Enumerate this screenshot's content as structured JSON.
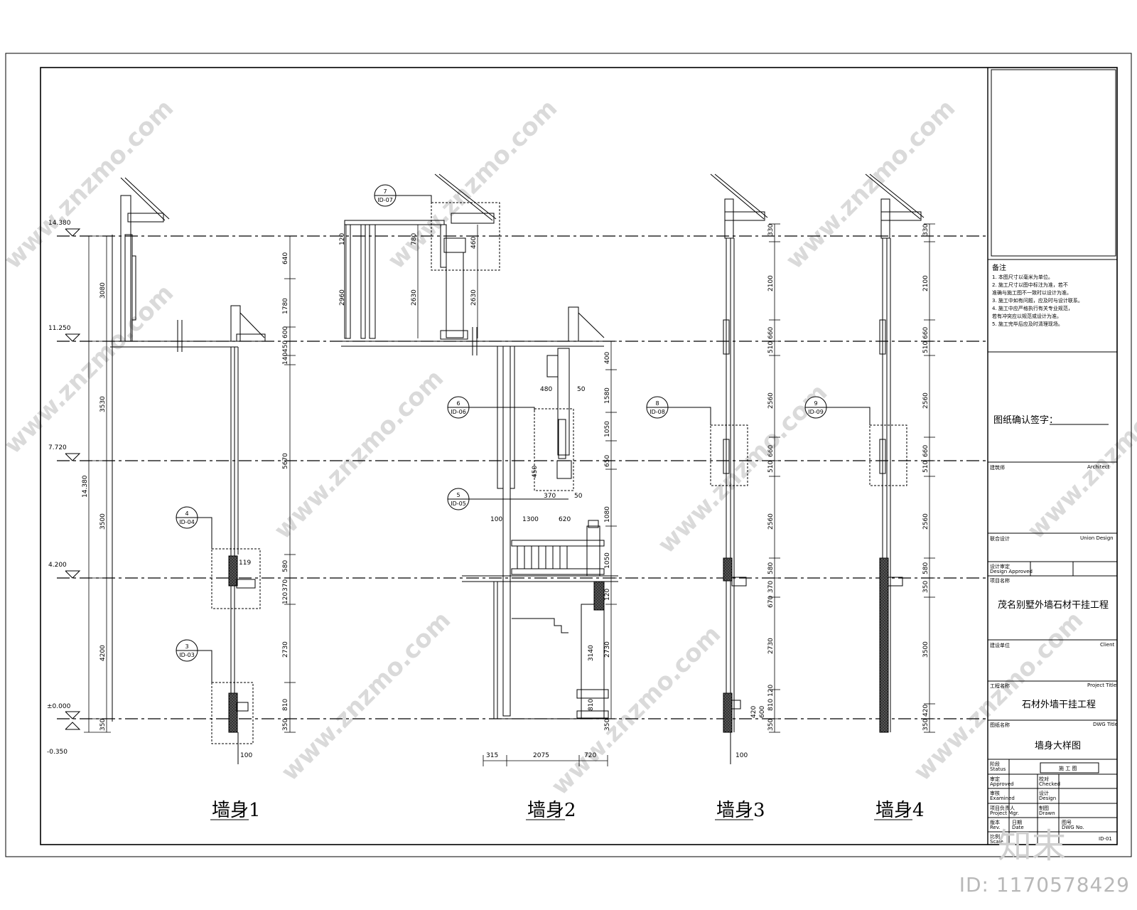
{
  "sections": [
    {
      "label": "墙身1"
    },
    {
      "label": "墙身2"
    },
    {
      "label": "墙身3"
    },
    {
      "label": "墙身4"
    }
  ],
  "callouts": [
    {
      "num": "7",
      "ref": "ID-07"
    },
    {
      "num": "6",
      "ref": "ID-06"
    },
    {
      "num": "5",
      "ref": "ID-05"
    },
    {
      "num": "4",
      "ref": "ID-04"
    },
    {
      "num": "3",
      "ref": "ID-03"
    },
    {
      "num": "8",
      "ref": "ID-08"
    },
    {
      "num": "9",
      "ref": "ID-09"
    }
  ],
  "levels": [
    "14.380",
    "11.250",
    "7.720",
    "4.200",
    "±0.000",
    "-0.350"
  ],
  "wall1_dims": [
    "3080",
    "3530",
    "3500",
    "4200",
    "350",
    "14.380"
  ],
  "wall1_dims2": [
    "640",
    "1780",
    "600",
    "450",
    "140",
    "5670",
    "580",
    "370",
    "120",
    "2730",
    "810",
    "350",
    "100",
    "119"
  ],
  "wall2_dims": [
    "120",
    "780",
    "460",
    "2630",
    "2630",
    "2960",
    "400",
    "1580",
    "1050",
    "650",
    "1080",
    "1050",
    "120",
    "2730",
    "3140",
    "350",
    "810",
    "480",
    "50",
    "450",
    "370",
    "50",
    "620",
    "100",
    "1300",
    "315",
    "2075",
    "720"
  ],
  "wall3_dims": [
    "330",
    "2100",
    "660",
    "510",
    "2560",
    "660",
    "510",
    "2560",
    "580",
    "370",
    "670",
    "2730",
    "120",
    "810",
    "600",
    "420",
    "350",
    "100"
  ],
  "wall4_dims": [
    "330",
    "2100",
    "660",
    "510",
    "2560",
    "660",
    "510",
    "2560",
    "580",
    "350",
    "3500",
    "420",
    "350"
  ],
  "title_block": {
    "notes_title": "备注",
    "notes": [
      "1. 本图尺寸以毫米为单位。",
      "2. 施工尺寸以图中标注为准，若不",
      "   准确与施工图不一致时以设计为准。",
      "3. 施工中如有问题，应及时与设计联系。",
      "4. 施工中应严格执行有关专业规范，",
      "   若有冲突应以规范或设计为准。",
      "5. 施工完毕后应及时清理现场。"
    ],
    "confirm_label": "图纸确认签字：",
    "architect_cn": "建筑师",
    "architect_en": "Architect",
    "union_cn": "联合设计",
    "union_en": "Union Design",
    "approved_cn": "设计审定",
    "approved_en": "Design Approved",
    "project_cn": "项目名称",
    "project_name": "茂名别墅外墙石材干挂工程",
    "client_cn": "建设单位",
    "client_en": "Client",
    "ptitle_cn": "工程名称",
    "ptitle_en": "Project Title",
    "ptitle_value": "石材外墙干挂工程",
    "dwg_cn": "图纸名称",
    "dwg_en": "DWG Title",
    "dwg_value": "墙身大样图",
    "status_cn": "阶段",
    "status_en": "Status",
    "status_value": "施 工 图",
    "approved2_cn": "审定",
    "approved2_en": "Approved",
    "checked_cn": "校对",
    "checked_en": "Checked",
    "examined_cn": "审核",
    "examined_en": "Examined",
    "design_cn": "设计",
    "design_en": "Design",
    "pm_cn": "项目负责人",
    "pm_en": "Project Mgr.",
    "drawn_cn": "制图",
    "drawn_en": "Drawn",
    "rev_cn": "版本",
    "rev_en": "Rev.",
    "date_cn": "日期",
    "date_en": "Date",
    "dwgno_cn": "图号",
    "dwgno_en": "DWG No.",
    "scale_cn": "比例",
    "scale_en": "Scale",
    "sheet_value": "ID-01"
  },
  "watermark": {
    "site": "www.znzmo.com",
    "brand": "知末",
    "id": "ID: 1170578429"
  },
  "colors": {
    "line": "#000000",
    "hatch": "#333333",
    "watermark": "#d8d8d8"
  }
}
